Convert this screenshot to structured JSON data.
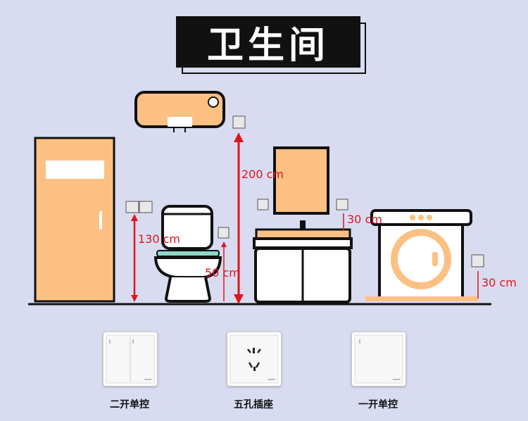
{
  "title": "卫生间",
  "measurements": {
    "heater_switch_height": "200 cm",
    "door_switch_height": "130 cm",
    "toilet_socket_height": "50 cm",
    "mirror_socket_height": "30 cm",
    "washer_socket_height": "30 cm"
  },
  "products": [
    {
      "name": "二开单控",
      "icon": "double-switch-icon"
    },
    {
      "name": "五孔插座",
      "icon": "five-hole-socket-icon"
    },
    {
      "name": "一开单控",
      "icon": "single-switch-icon"
    }
  ],
  "colors": {
    "background": "#d9dcf0",
    "fixture_fill": "#fdc083",
    "outline": "#111111",
    "measure_red": "#e0141e",
    "toilet_seat": "#8fd5c8"
  }
}
